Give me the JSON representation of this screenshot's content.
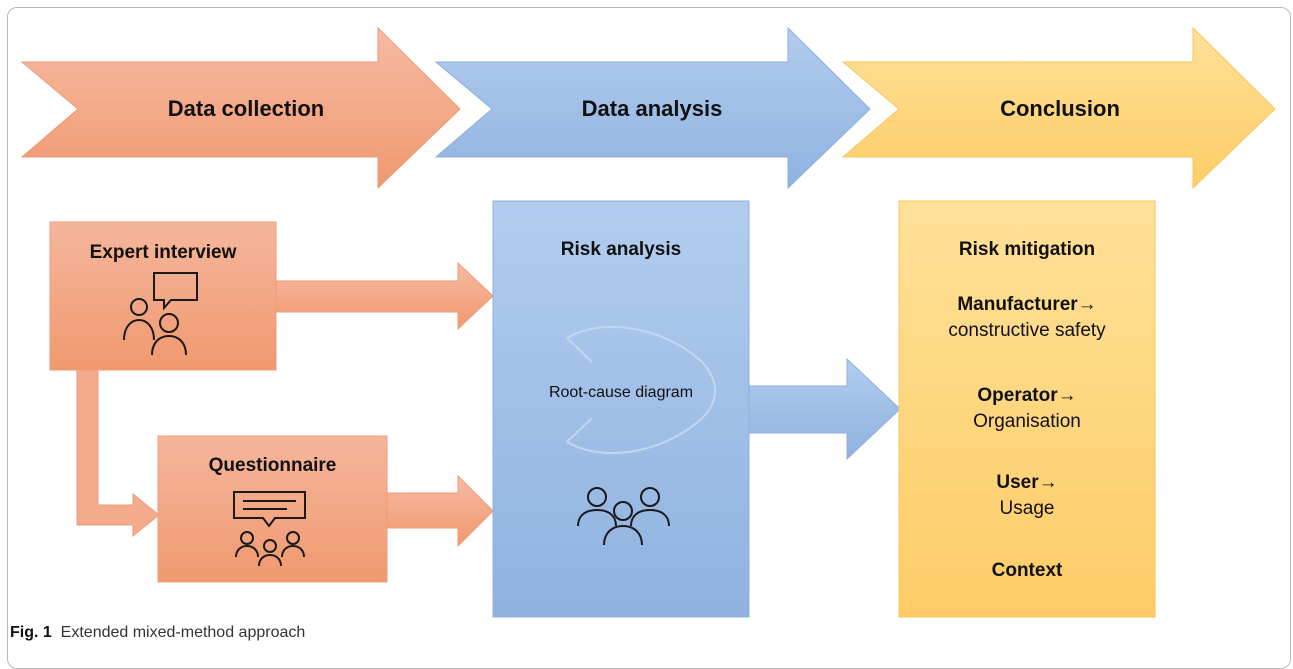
{
  "stages": [
    {
      "label": "Data collection"
    },
    {
      "label": "Data analysis"
    },
    {
      "label": "Conclusion"
    }
  ],
  "boxes": {
    "expert_interview": {
      "title": "Expert interview",
      "icon": "interview-question-icon"
    },
    "questionnaire": {
      "title": "Questionnaire",
      "icon": "questionnaire-group-icon"
    },
    "risk_analysis": {
      "title": "Risk analysis",
      "diagram_label": "Root-cause diagram",
      "icon": "group-icon"
    },
    "risk_mitigation": {
      "title": "Risk mitigation",
      "items": [
        {
          "actor": "Manufacturer",
          "arrow": "→",
          "outcome": "constructive safety"
        },
        {
          "actor": "Operator",
          "arrow": "→",
          "outcome": "Organisation"
        },
        {
          "actor": "User",
          "arrow": "→",
          "outcome": "Usage"
        }
      ],
      "last": "Context"
    }
  },
  "caption": {
    "label": "Fig. 1",
    "text": "Extended mixed-method approach"
  },
  "colors": {
    "orange": "#f2a585",
    "blue": "#9dbde6",
    "yellow": "#fdd27a"
  }
}
